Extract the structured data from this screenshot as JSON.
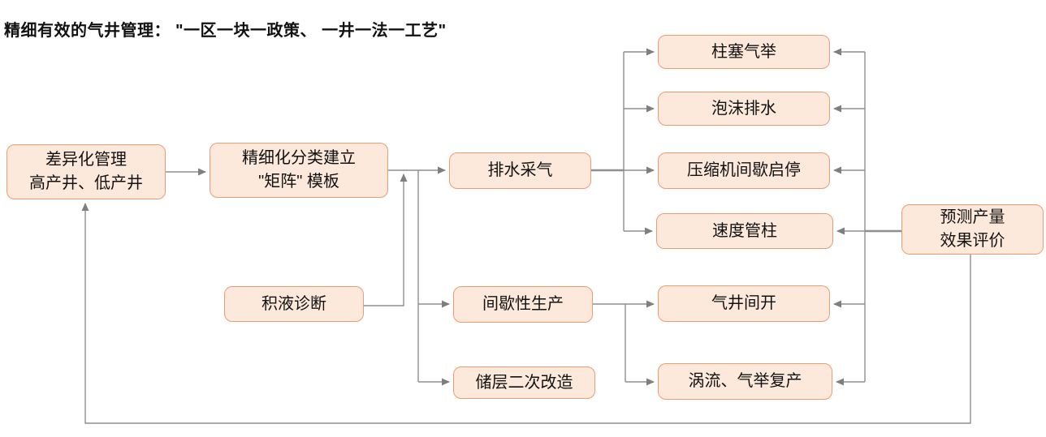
{
  "title": "精细有效的气井管理： \"一区一块一政策、 一井一法一工艺\"",
  "colors": {
    "background": "#FFFFFF",
    "box_fill": "#FCE9DB",
    "box_border": "#ED9C70",
    "connector_line": "#8F8F8F",
    "arrowhead": "#7F7F7F",
    "text": "#111111"
  },
  "nodes": [
    {
      "id": "diff_mgmt",
      "label": "差异化管理\n高产井、低产井"
    },
    {
      "id": "matrix",
      "label": "精细化分类建立\n\"矩阵\" 模板"
    },
    {
      "id": "liquid_diag",
      "label": "积液诊断"
    },
    {
      "id": "drainage",
      "label": "排水采气"
    },
    {
      "id": "intermittent",
      "label": "间歇性生产"
    },
    {
      "id": "restim",
      "label": "储层二次改造"
    },
    {
      "id": "plunger",
      "label": "柱塞气举"
    },
    {
      "id": "foam",
      "label": "泡沫排水"
    },
    {
      "id": "compressor",
      "label": "压缩机间歇启停"
    },
    {
      "id": "velocity",
      "label": "速度管柱"
    },
    {
      "id": "well_open",
      "label": "气井间开"
    },
    {
      "id": "vortex",
      "label": "涡流、气举复产"
    },
    {
      "id": "predict",
      "label": "预测产量\n效果评价"
    }
  ],
  "edges": [
    {
      "from": "diff_mgmt",
      "to": "matrix"
    },
    {
      "from": "matrix",
      "to": "drainage"
    },
    {
      "from": "liquid_diag",
      "to": "drainage"
    },
    {
      "from": "matrix",
      "to": "intermittent"
    },
    {
      "from": "matrix",
      "to": "restim"
    },
    {
      "from": "drainage",
      "to": "plunger"
    },
    {
      "from": "drainage",
      "to": "foam"
    },
    {
      "from": "drainage",
      "to": "compressor"
    },
    {
      "from": "drainage",
      "to": "velocity"
    },
    {
      "from": "intermittent",
      "to": "well_open"
    },
    {
      "from": "intermittent",
      "to": "vortex"
    },
    {
      "from": "predict",
      "to": "plunger"
    },
    {
      "from": "predict",
      "to": "foam"
    },
    {
      "from": "predict",
      "to": "compressor"
    },
    {
      "from": "predict",
      "to": "velocity"
    },
    {
      "from": "predict",
      "to": "well_open"
    },
    {
      "from": "predict",
      "to": "vortex"
    },
    {
      "from": "predict",
      "to": "diff_mgmt"
    }
  ]
}
